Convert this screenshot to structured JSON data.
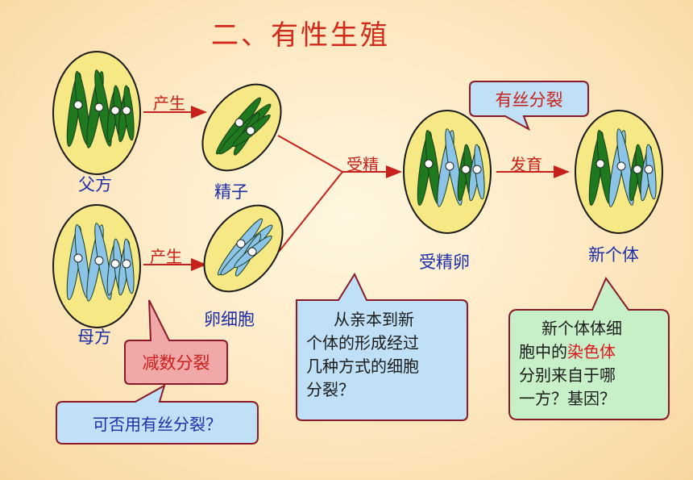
{
  "title": "二、有性生殖",
  "cells": {
    "father": "父方",
    "mother": "母方",
    "sperm": "精子",
    "egg": "卵细胞",
    "zygote": "受精卵",
    "offspring": "新个体"
  },
  "arrows": {
    "father_produce": "产生",
    "mother_produce": "产生",
    "fertilization": "受精",
    "development": "发育"
  },
  "callouts": {
    "mitosis": "有丝分裂",
    "meiosis": "减数分裂",
    "question_mitosis": "可否用有丝分裂？",
    "question_division_lines": [
      "从亲本到新",
      "个体的形成经过",
      "几种方式的细胞",
      "分裂？"
    ],
    "question_origin_lines": [
      {
        "parts": [
          {
            "text": "新个体体细",
            "color": "#1a1a1a"
          }
        ]
      },
      {
        "parts": [
          {
            "text": "胞中的",
            "color": "#1a1a1a"
          },
          {
            "text": "染色体",
            "color": "#e0141c"
          }
        ]
      },
      {
        "parts": [
          {
            "text": "分别来自于哪",
            "color": "#1a1a1a"
          }
        ]
      },
      {
        "parts": [
          {
            "text": "一方？基因？",
            "color": "#1a1a1a"
          }
        ]
      }
    ]
  },
  "colors": {
    "title": "#d12a1a",
    "label_blue": "#1c2ea8",
    "arrow_red": "#c8201a",
    "cell_fill": "#f6e884",
    "chromosome_green": "#1f7a1f",
    "chromosome_blue": "#8cc4e8",
    "box_blue": "#bfe0f6",
    "box_green": "#c8f0c8",
    "box_red": "#f0a8a8",
    "highlight_red": "#e0141c"
  }
}
